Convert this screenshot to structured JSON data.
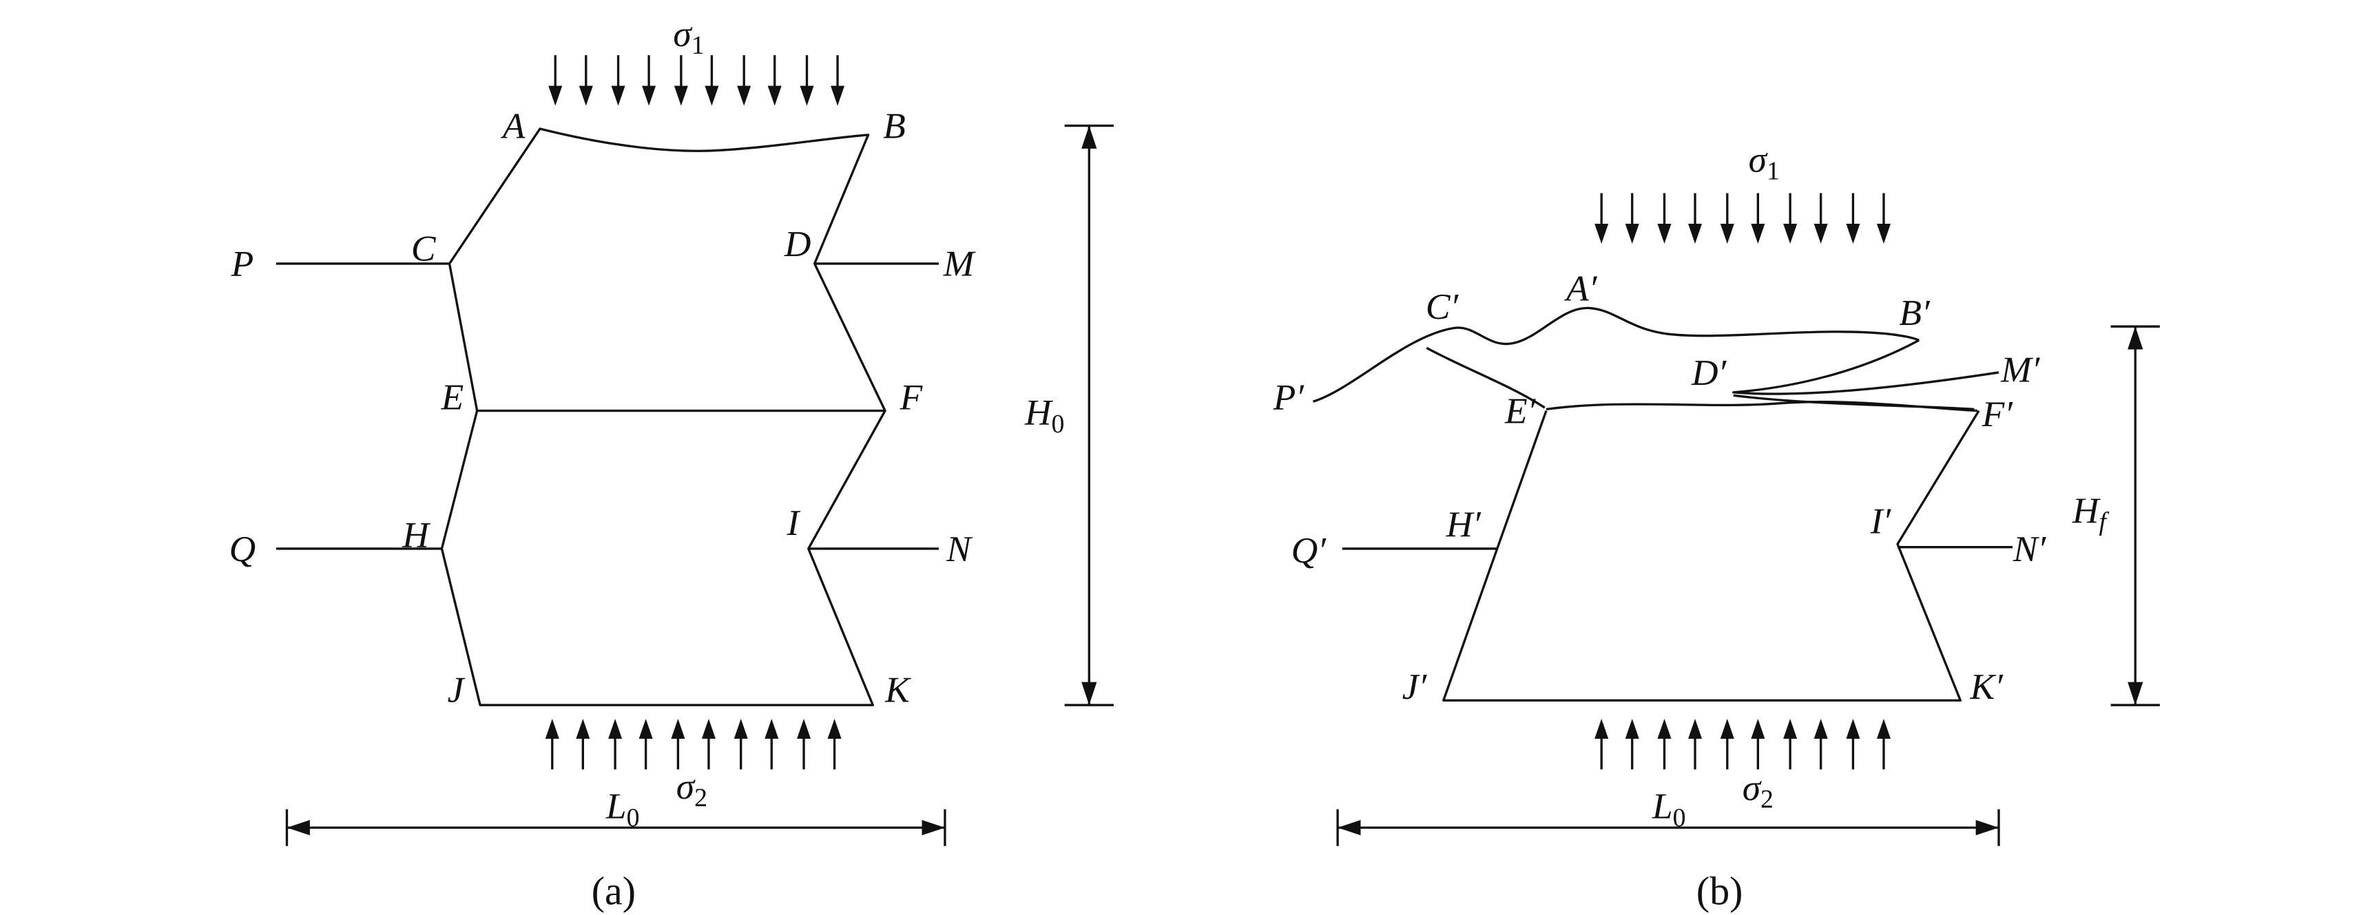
{
  "figure": {
    "panel_a": {
      "caption": "(a)",
      "stress_top": {
        "symbol": "σ",
        "subscript": "1"
      },
      "stress_bottom": {
        "symbol": "σ",
        "subscript": "2"
      },
      "height_dim": {
        "symbol": "H",
        "subscript": "0"
      },
      "length_dim": {
        "symbol": "L",
        "subscript": "0"
      },
      "points": {
        "A": "A",
        "B": "B",
        "C": "C",
        "D": "D",
        "E": "E",
        "F": "F",
        "H": "H",
        "I": "I",
        "J": "J",
        "K": "K",
        "P": "P",
        "M": "M",
        "Q": "Q",
        "N": "N"
      }
    },
    "panel_b": {
      "caption": "(b)",
      "stress_top": {
        "symbol": "σ",
        "subscript": "1"
      },
      "stress_bottom": {
        "symbol": "σ",
        "subscript": "2"
      },
      "height_dim": {
        "symbol": "H",
        "subscript": "f"
      },
      "length_dim": {
        "symbol": "L",
        "subscript": "0"
      },
      "points": {
        "A": "A′",
        "B": "B′",
        "C": "C′",
        "D": "D′",
        "E": "E′",
        "F": "F′",
        "H": "H′",
        "I": "I′",
        "J": "J′",
        "K": "K′",
        "P": "P′",
        "M": "M′",
        "Q": "Q′",
        "N": "N′"
      }
    },
    "colors": {
      "line": "#111111",
      "background": "#ffffff"
    }
  }
}
